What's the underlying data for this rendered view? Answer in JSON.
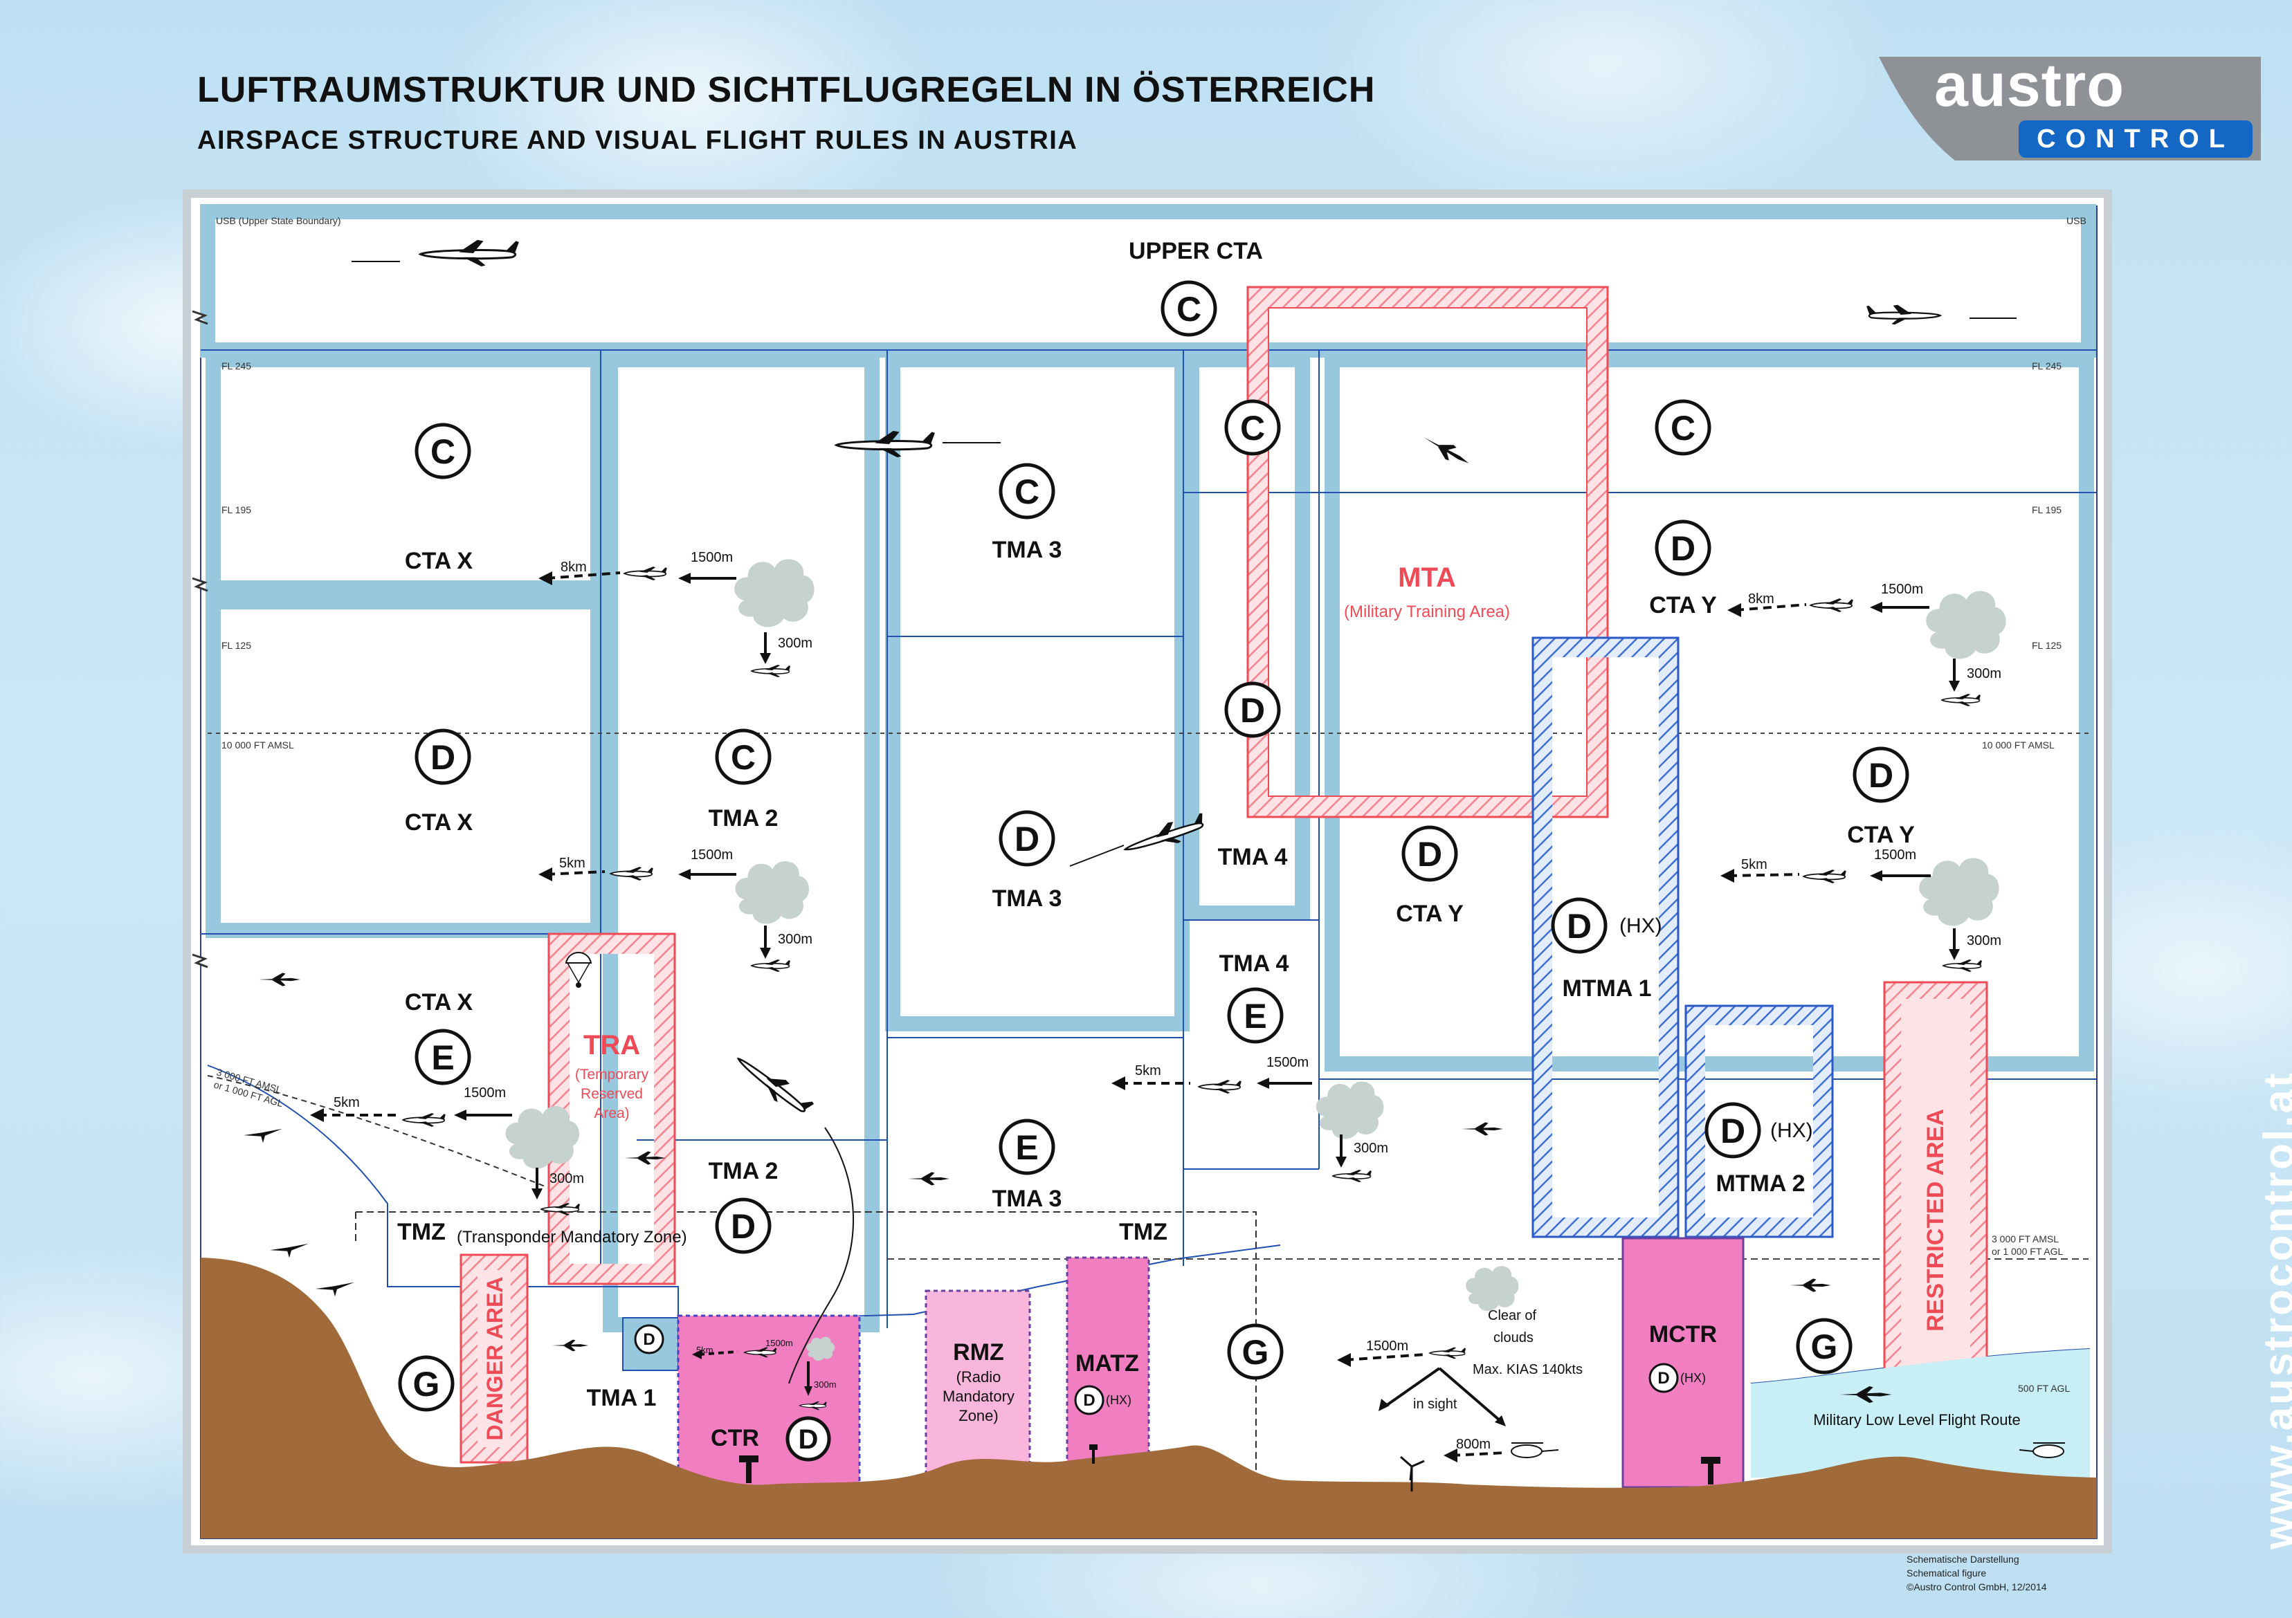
{
  "header": {
    "title_de": "LUFTRAUMSTRUKTUR UND SICHTFLUGREGELN IN ÖSTERREICH",
    "title_en": "AIRSPACE STRUCTURE AND VISUAL FLIGHT RULES IN AUSTRIA"
  },
  "logo": {
    "word": "austro",
    "sub": "CONTROL"
  },
  "website": "www.austrocontrol.at",
  "footnote": [
    "Schematische Darstellung",
    "Schematical figure",
    "©Austro Control GmbH, 12/2014"
  ],
  "colors": {
    "airspace_border": "#97c8dd",
    "line_blue": "#1f4fb0",
    "restricted_red": "#ef4b56",
    "ctr_magenta": "#f07ec1",
    "terrain": "#a06a3a",
    "cloud": "#c9d4d0"
  },
  "boundaries": {
    "usb_left": "USB (Upper State Boundary)",
    "usb_right": "USB",
    "fl245": "FL 245",
    "fl195": "FL 195",
    "fl125": "FL 125",
    "ft10000": "10 000 FT AMSL",
    "ft3000_left": [
      "3 000 FT AMSL",
      "or 1 000 FT AGL"
    ],
    "ft3000_right": [
      "3 000 FT AMSL",
      "or 1 000 FT AGL"
    ],
    "ft500": "500 FT AGL"
  },
  "classes": {
    "C": "C",
    "D": "D",
    "E": "E",
    "G": "G",
    "HX": "(HX)"
  },
  "areas": {
    "upper_cta": "UPPER CTA",
    "cta_x": "CTA X",
    "cta_y": "CTA Y",
    "tma1": "TMA 1",
    "tma2": "TMA 2",
    "tma3": "TMA 3",
    "tma4": "TMA 4",
    "mta": "MTA",
    "mta_desc": "(Military Training Area)",
    "mtma1": "MTMA 1",
    "mtma2": "MTMA 2",
    "tra": "TRA",
    "tra_desc": [
      "(Temporary",
      "Reserved",
      "Area)"
    ],
    "tmz": "TMZ",
    "tmz_desc": "(Transponder Mandatory Zone)",
    "danger_area": "DANGER AREA",
    "restricted_area": "RESTRICTED AREA",
    "ctr": "CTR",
    "rmz": "RMZ",
    "rmz_desc": [
      "(Radio",
      "Mandatory",
      "Zone)"
    ],
    "matz": "MATZ",
    "mctr": "MCTR",
    "low_level": "Military Low Level Flight Route"
  },
  "vfr": {
    "vis8": "8km",
    "vis5": "5km",
    "vis800": "800m",
    "h1500": "1500m",
    "v300": "300m",
    "clear": [
      "Clear of",
      "clouds"
    ],
    "kias": "Max. KIAS 140kts",
    "sight": "in sight"
  }
}
